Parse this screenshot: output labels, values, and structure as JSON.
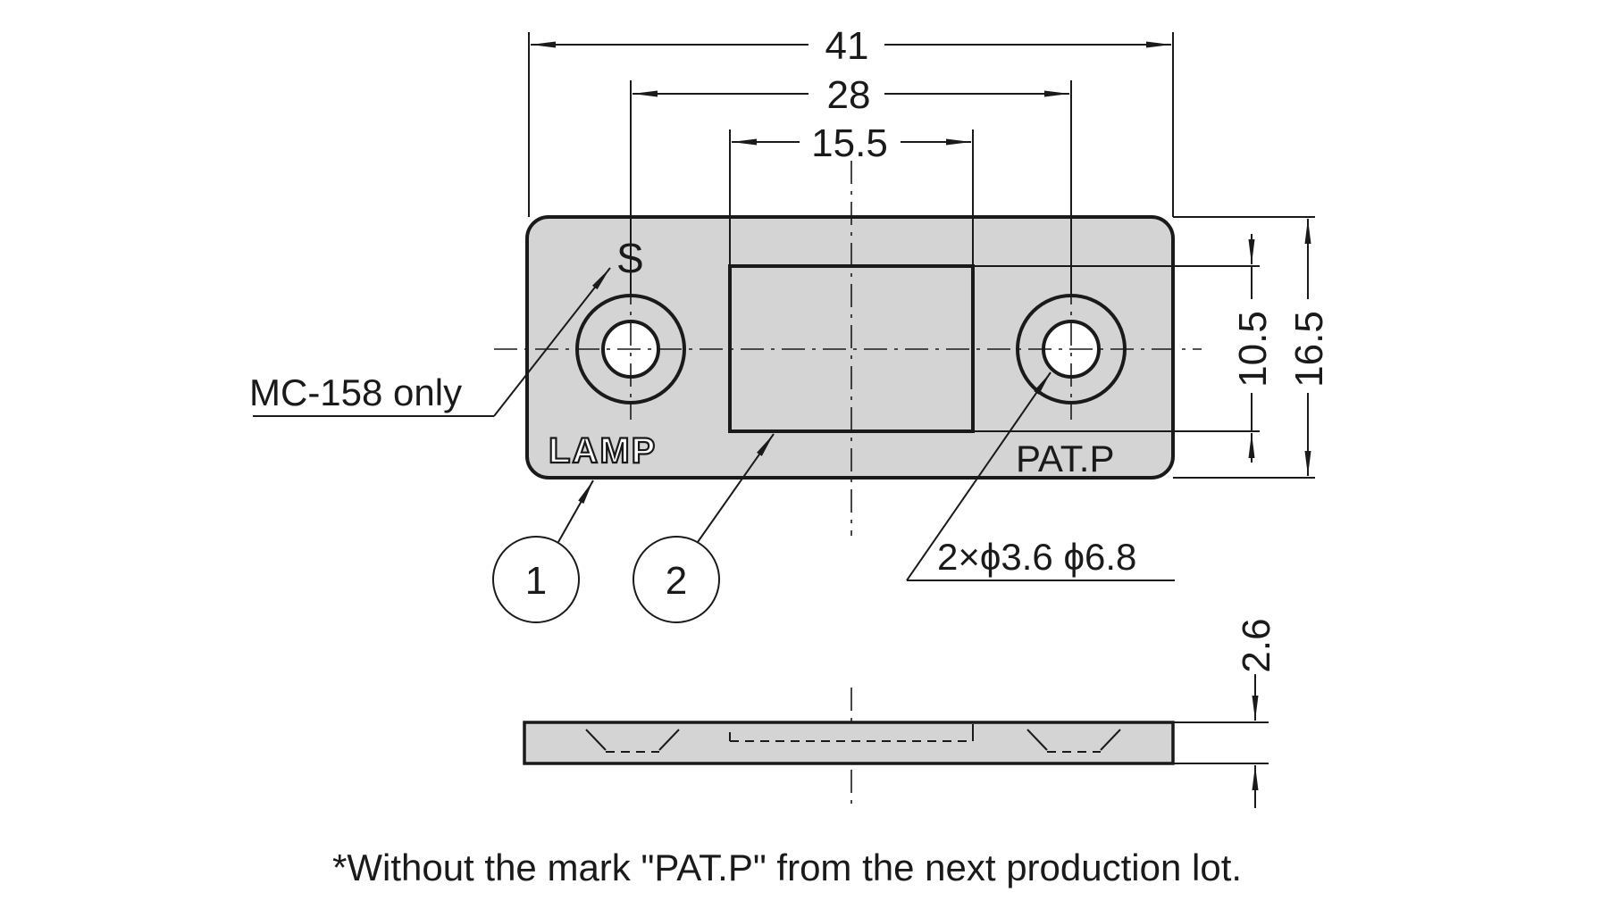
{
  "dimensions": {
    "overall_length": "41",
    "hole_pitch": "28",
    "magnet_width": "15.5",
    "magnet_height": "10.5",
    "overall_height": "16.5",
    "thickness": "2.6"
  },
  "labels": {
    "s_mark": "S",
    "mc_note": "MC-158 only",
    "logo": "LAMP",
    "pat_mark": "PAT.P",
    "hole_spec": "2×ϕ3.6 ϕ6.8",
    "callout_1": "1",
    "callout_2": "2"
  },
  "footnote": "*Without the mark \"PAT.P\" from the next production lot.",
  "colors": {
    "part_fill": "#d4d4d4",
    "line": "#1a1a1a",
    "background": "#ffffff"
  }
}
